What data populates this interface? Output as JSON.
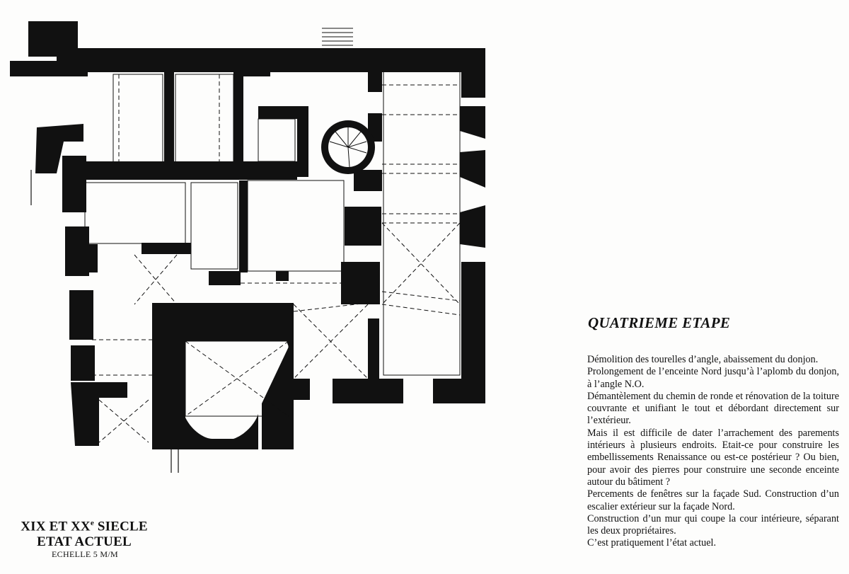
{
  "plan": {
    "caption_line1_main": "XIX ET XX",
    "caption_line1_sup": "e",
    "caption_line1_end": " SIECLE",
    "caption_line2": "ETAT ACTUEL",
    "scale": "ECHELLE 5 M/M"
  },
  "section": {
    "heading": "QUATRIEME ETAPE",
    "paragraphs": [
      "Démolition des tourelles d’angle, abaissement du donjon.",
      "Prolongement de l’enceinte Nord jusqu’à l’aplomb du donjon, à l’angle N.O.",
      "Démantèlement du chemin de ronde et rénovation de la toiture couvrante et unifiant le tout et débordant directement sur l’extérieur.",
      "Mais il est difficile de dater l’arrachement des parements intérieurs à plusieurs endroits. Etait-ce pour construire les embellissements Renaissance ou est-ce postérieur ? Ou bien, pour avoir des pierres pour construire une seconde enceinte autour du bâtiment ?",
      "Percements de fenêtres sur la façade Sud. Construction d’un escalier extérieur sur la façade Nord.",
      "Construction d’un mur qui coupe la cour intérieure, séparant les deux propriétaires.",
      "C’est pratiquement l’état actuel."
    ]
  }
}
